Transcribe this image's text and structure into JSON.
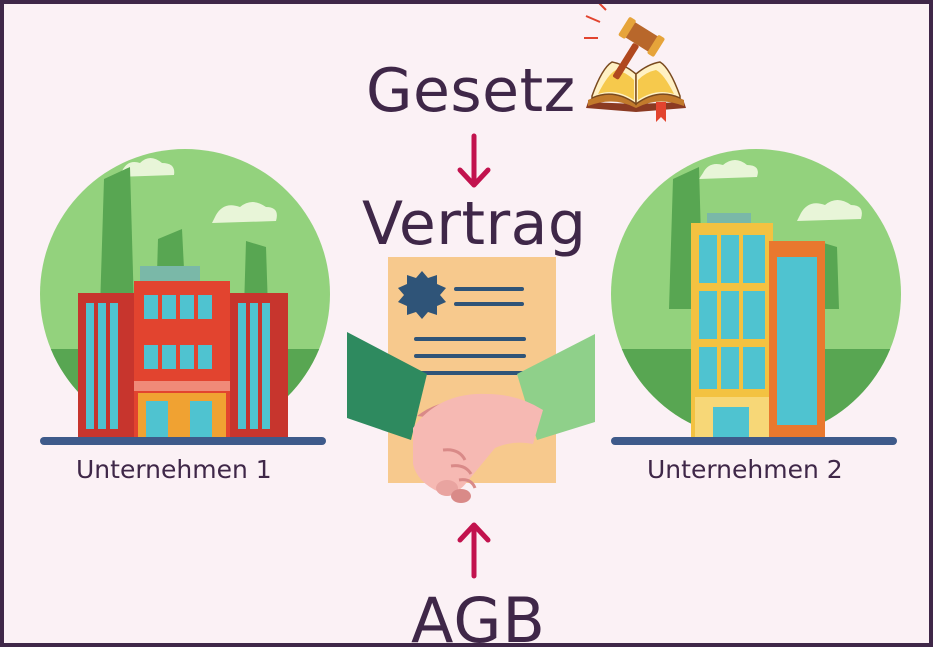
{
  "labels": {
    "law": "Gesetz",
    "contract": "Vertrag",
    "terms": "AGB",
    "company_1": "Unternehmen 1",
    "company_2": "Unternehmen 2"
  },
  "icons": {
    "law": "gavel-on-book-icon",
    "contract": "contract-document-icon",
    "agreement": "handshake-icon",
    "company": "office-building-icon",
    "arrow_down": "arrow-down-icon",
    "arrow_up": "arrow-up-icon"
  },
  "colors": {
    "frame": "#3f2748",
    "background": "#fbf1f5",
    "text": "#3f2748",
    "arrow": "#c2134e",
    "circle": "#93d27d",
    "document": "#f7c98d"
  }
}
